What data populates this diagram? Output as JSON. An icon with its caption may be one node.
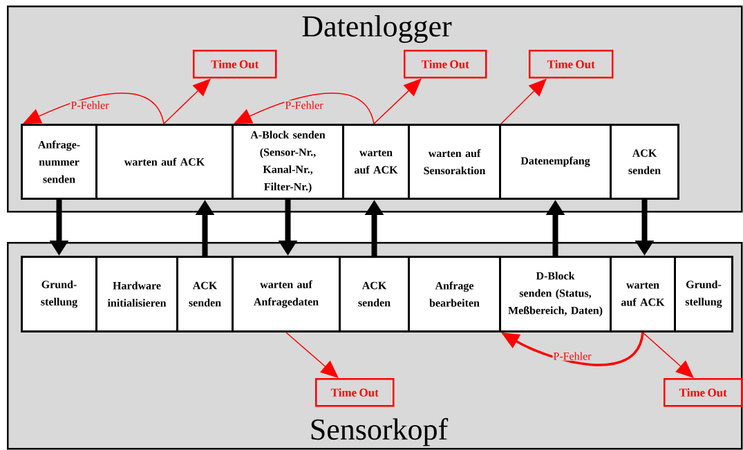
{
  "diagram": {
    "nodes": [
      {
        "text": [
          "Datenlogger"
        ]
      },
      {
        "text": [
          "Anfrage- nummer senden"
        ],
        "in": 0
      },
      {
        "text": [
          "warten auf ACK"
        ],
        "in": 0
      },
      {
        "text": [
          "A-Block senden (Sensor-Nr., Kanal-Nr., Filter-Nr.)"
        ],
        "in": 0
      },
      {
        "text": [
          "warten auf ACK"
        ],
        "in": 0
      },
      {
        "text": [
          "warten auf Sensoraktion"
        ],
        "in": 0
      },
      {
        "text": [
          "Datenempfang"
        ],
        "in": 0
      },
      {
        "text": [
          "ACK senden"
        ],
        "in": 0
      },
      {
        "text": [
          "Time Out"
        ],
        "in": 0
      },
      {
        "text": [
          "Time Out"
        ],
        "in": 0
      },
      {
        "text": [
          "Time Out"
        ],
        "in": 0
      },
      {
        "text": [
          "Sensorkopf"
        ]
      },
      {
        "text": [
          "Grund- stellung"
        ],
        "in": 11
      },
      {
        "text": [
          "Hardware initialisieren"
        ],
        "in": 11
      },
      {
        "text": [
          "ACK senden"
        ],
        "in": 11
      },
      {
        "text": [
          "warten auf Anfragedaten"
        ],
        "in": 11
      },
      {
        "text": [
          "ACK senden"
        ],
        "in": 11
      },
      {
        "text": [
          "Anfrage bearbeiten"
        ],
        "in": 11
      },
      {
        "text": [
          "D-Block senden (Status, Meßbereich, Daten)"
        ],
        "in": 11
      },
      {
        "text": [
          "warten auf ACK"
        ],
        "in": 11
      },
      {
        "text": [
          "Grund- stellung"
        ],
        "in": 11
      },
      {
        "text": [
          "Time Out"
        ],
        "in": 11
      },
      {
        "text": [
          "Time Out"
        ],
        "in": 11
      }
    ],
    "edges": [
      {
        "from": 1,
        "to": 12,
        "arrow": "to",
        "style": "thick",
        "color": "#000000"
      },
      {
        "from": 14,
        "to": 2,
        "arrow": "to",
        "style": "thick",
        "color": "#000000"
      },
      {
        "from": 3,
        "to": 15,
        "arrow": "to",
        "style": "thick",
        "color": "#000000"
      },
      {
        "from": 16,
        "to": 4,
        "arrow": "to",
        "style": "thick",
        "color": "#000000"
      },
      {
        "from": 18,
        "to": 6,
        "arrow": "to",
        "style": "thick",
        "color": "#000000"
      },
      {
        "from": 7,
        "to": 19,
        "arrow": "to",
        "style": "thick",
        "color": "#000000"
      },
      {
        "from": 2,
        "to": 1,
        "arrow": "to",
        "label": "P-Fehler",
        "color": "#ff0000"
      },
      {
        "from": 2,
        "to": 8,
        "arrow": "to",
        "color": "#ff0000"
      },
      {
        "from": 4,
        "to": 3,
        "arrow": "to",
        "label": "P-Fehler",
        "color": "#ff0000"
      },
      {
        "from": 4,
        "to": 9,
        "arrow": "to",
        "color": "#ff0000"
      },
      {
        "from": 5,
        "to": 10,
        "arrow": "to",
        "color": "#ff0000"
      },
      {
        "from": 15,
        "to": 21,
        "arrow": "to",
        "color": "#ff0000"
      },
      {
        "from": 19,
        "to": 18,
        "arrow": "to",
        "label": "P-Fehler",
        "style": "thick",
        "color": "#ff0000"
      },
      {
        "from": 19,
        "to": 22,
        "arrow": "to",
        "color": "#ff0000"
      }
    ]
  }
}
